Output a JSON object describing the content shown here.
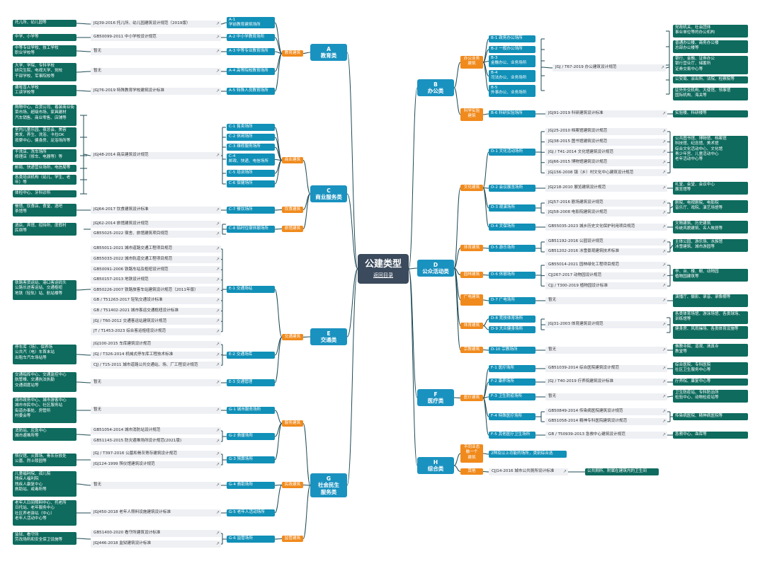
{
  "root": {
    "title": "公建类型",
    "link": "返回目录"
  },
  "colors": {
    "teal": "#0e6b5e",
    "blue": "#1190b8",
    "orange": "#f08a1c",
    "navy": "#3b4a5c",
    "line": "#1d4a55"
  },
  "mains": {
    "A": "A\n教育类",
    "B": "B\n办公类",
    "C": "C\n商业服务类",
    "D": "D\n公众活动类",
    "E": "E\n交通类",
    "F": "F\n医疗类",
    "G": "G\n社会民生\n服务类",
    "H": "H\n综合类"
  },
  "groups": {
    "A": "教育建筑",
    "B1": "办公业务\n建筑",
    "B2": "科学实验\n建筑",
    "C1": "商业建筑",
    "C2": "饮食建筑",
    "C3": "旅馆建筑",
    "D1": "文化建筑",
    "D2": "体育建筑",
    "D3": "园林建筑",
    "D4": "广电建筑",
    "D5": "体育建筑",
    "D6": "宗教建筑",
    "E": "交通建筑",
    "F": "医疗建筑",
    "G1": "服务建筑",
    "G2": "民政建筑",
    "G3": "监管建筑",
    "H1": "不同业态\n融一个\n建筑",
    "H2": "其他"
  },
  "subs": {
    "A1": "A-1\n学前教育建筑场所",
    "A2": "A-2 中小学教育场所",
    "A3": "A-3 中等专业教育场所",
    "A4": "A-4 高等院校教育场所",
    "A5": "A-5 特殊人员教育场所",
    "B1": "B-1 政务办公场所",
    "B2": "B-2 一般办公场所",
    "B3": "B-3\n金融办公、业务场所",
    "B4": "B-4\n司法办公、业务场所",
    "B5": "B-5\n外事办公、业务场所",
    "B6": "B-6 科研实验场所",
    "C1": "C-1 售卖场所",
    "C2": "C-2 休闲场所",
    "C3": "C-3 维修服务场所",
    "C4": "C-4\n邮政、快递、电信场所",
    "C5": "C-5 培训场所",
    "C6": "C-6 保健场所",
    "C7": "C-7 餐饮场所",
    "C8": "C-8 临时住宿休憩场所",
    "D1": "D-1 文化活动场所",
    "D2": "D-2 会议展览场所",
    "D3": "D-3 观演场所",
    "D4": "D-4 文保场所",
    "D5": "D-5 游乐场所",
    "D6": "D-6 休憩场所",
    "D7": "D-7 广电场所",
    "D8": "D-8 竞技体育场所",
    "D9": "D-9 大众健身场所",
    "D10": "D-10 宗教场所",
    "E1": "E-1 交通场站",
    "E2": "E-2 交通场库",
    "E3": "E-3 交通管理",
    "F1": "F-1 医疗场所",
    "F2": "F-2 康养场所",
    "F3": "F-3 卫生防疫场所",
    "F4": "F-4 特殊医疗场所",
    "F5": "F-5 其他医疗卫生场所",
    "G1": "G-1 城市服务场所",
    "G2": "G-2 救援场所",
    "G3": "G-3 殡葬场所",
    "G4": "G-4 救助场所",
    "G5": "G-5 老年人活动场所",
    "G6": "G-6 监管场所"
  },
  "standards": {
    "A1": "JGJ39-2016 托儿所、幼儿园建筑设计规范（2019版）",
    "A2": "GB50099-2011 中小学校设计规范",
    "A3": "暂无",
    "A4": "暂无",
    "A5": "JGJ76-2019 特殊教育学校建筑设计标准",
    "B1": "JGJ / T67-2019 办公建筑设计规范",
    "B6": "JGJ91-2019 科研建筑设计标准",
    "C": "JGJ48-2014 商店建筑设计规范",
    "C7": "JGJ64-2017 饮食建筑设计标准",
    "C8a": "JGJ62-2014 旅馆建筑设计规范",
    "C8b": "GB55025-2022 宿舍、旅馆建筑项目规范",
    "D1a": "JGJ25-2010 档案馆建筑设计规范",
    "D1b": "JGJ38-2015 图书馆建筑设计规范",
    "D1c": "JGJ / T41-2014 文化馆建筑设计规范",
    "D1d": "JGJ66-2015 博物馆建筑设计规范",
    "D1e": "JGJ156-2008 镇（乡）村文化中心建筑设计规范",
    "D2": "JGJ218-2010 展览建筑设计规范",
    "D3a": "JGJ57-2016 剧场建筑设计规范",
    "D3b": "JGJ58-2008 电影院建筑设计规范",
    "D4": "GB55035-2023 城乡历史文化保护利用项目规范",
    "D5a": "GB51192-2016 公园设计规范",
    "D5b": "GB51202-2016 冰雪景观建筑技术标准",
    "D6a": "GB55014-2021 园林绿化工程项目规范",
    "D6b": "CJJ267-2017 动物园设计规范",
    "D6c": "CJJ / T300-2019 植物园设计标准",
    "D7": "暂无",
    "D8": "JGJ31-2003 体育建筑设计规范",
    "D10": "暂无",
    "E1a": "GB55011-2021 城市道路交通工程项目规范",
    "E1b": "GB55033-2022 城市轨道交通工程项目规范",
    "E1c": "GB50091-2006 铁路车站及枢纽设计规范",
    "E1d": "GB50157-2013 地铁设计规范",
    "E1e": "GB50226-2007 铁路旅客车站建筑设计规范（2011年版）",
    "E1f": "GB / T51263-2017 轻轨交通设计标准",
    "E1g": "GB / T51402-2021 城市客运交通枢纽设计标准",
    "E1h": "JGJ / T60-2012 交通客运站建筑设计规范",
    "E1i": "JT / T1453-2023 综合客运枢纽设计规范",
    "E2a": "JGJ100-2015 车库建筑设计规范",
    "E2b": "JGJ / T326-2014 机械式停车库工程技术标准",
    "E2c": "CJJ / T15-2011 城市道路公共交通站、场、厂工程设计规范",
    "E3": "暂无",
    "F1": "GB51039-2014 综合医院建筑设计规范",
    "F2": "JGJ / T40-2019 疗养院建筑设计标准",
    "F3": "暂无",
    "F4a": "GB50849-2014 传染病医院建筑设计规范",
    "F4b": "GB51058-2014 精神专科医院建筑设计规范",
    "F5": "GB / T50939-2013 急救中心建筑设计规范",
    "G1": "暂无",
    "G2a": "GB51054-2014 城市消防站设计规范",
    "G2b": "GB51143-2015 防灾避难场所设计规范(2021版)",
    "G3a": "JGJ / T397-2016 公墓和骨灰寄存建筑设计规范",
    "G3b": "JGJ124-1999 殡仪馆建筑设计规范",
    "G4": "暂无",
    "G5": "JGJ450-2018 老年人照料设施建筑设计标准",
    "G6a": "GB51400-2020 看守所建筑设计标准",
    "G6b": "JGJ446-2018 监狱建筑设计标准",
    "H1": "2种及以上功能的场所，类别综合选",
    "H2": "CJJ14-2016 城市公共厕所设计标准",
    "H2n": "公共厕所、附属在建筑内的卫生间"
  },
  "leftNotes": {
    "A1": "托儿所、幼儿园等",
    "A2": "中学、小学等",
    "A3": "中等专业学校、技工学校\n职业学校等",
    "A4": "大学、学院、专科学校\n研究生院、电视大学、党校\n干部学校、军事院校等",
    "A5": "聋哑盲人学校\n工读学校等",
    "C1": "购物中心、百货公司、着装商业街\n菜市场、超级市场、家具建材\n汽车销售、商业零售、店铺等",
    "C2": "室内儿童乐园、夜总会、美容\n美发、养生、洗浴、卡拉OK\n按摩中心、健身房、足浴场所等",
    "C3": "干洗店、洗车场所\n修理店（修车、电器等）等",
    "C4": "邮局、快递营业场所、电信局等",
    "C5": "各类培训机构（幼儿、学生、老年）等",
    "C6": "体检中心、牙科诊所",
    "C7": "餐馆、饮食店、食堂、酒吧\n茶馆等",
    "C8": "酒店、宾馆、招待所、度假村\n民宿等",
    "E1": "铁路客货运站、港口客运码头\n公路长途客运站、交通枢纽\n地铁（轻轨）站、航站楼等",
    "E2": "停车库（场）、保养场\n公共汽（电）车首末站\n出租车汽车场站等",
    "E3": "交通指挥中心、交通监控中心\n航管楼、交通执法执勤\n交通调度站等",
    "G1": "城市政务中心、城市游客中心\n城市市民中心、社区服务站\n街道办事处、房管所\n村委会等",
    "G2": "消防站、应急中心\n城市避难所等",
    "G3": "殡仪馆、火葬场、骨灰存放处\n公墓、烈士陵园等",
    "G4": "儿童福利院、孤儿院\n残疾人福利院\n残疾人康复中心\n救助站、戒毒所等",
    "G5": "老年人日间照料中心、托老所\n日托站、老年服务中心\n社区养老驿站（中心）\n老年人活动中心等",
    "G6": "监狱、看守所\n劳改场所和安全保卫设施等"
  },
  "rightNotes": {
    "B1": "党政机关、社会团体\n事业单位等的办公机构",
    "B2": "普通办公楼、商务办公楼\n总部办公楼等",
    "B3": "银行、金融、证券办公\n银行营业厅、储蓄所\n证券交易中心等",
    "B4": "公安局、派出所、法院、检察院等",
    "B5": "驻外外交机构、大使馆、领事馆\n国际机构、海关等",
    "B6": "实验楼、科研楼等",
    "D1": "公共图书馆、博物馆、档案馆\n科技馆、纪念馆、美术馆\n综合文化活动中心、文化馆\n青少年宫、儿童活动中心\n老年活动中心等",
    "D2": "礼堂、会堂、会议中心\n展览馆等",
    "D3": "剧院、电视剧院、电影院\n音乐厅、戏院、演艺场馆等",
    "D4": "文物建筑、历史建筑\n传统风貌建筑、名人故居等",
    "D5": "主体公园、游乐场、水族馆\n冰雪建筑、城市游园等",
    "D6": "亭、台、楼、榭、动物园\n植物园建筑等",
    "D7": "演播厅、摄影、录音、录像棚等",
    "D8": "各类体育场馆、游泳场馆、各类球场、训练馆等",
    "D9": "健身房、风雨操场、各类体育设施等",
    "D10": "佛教寺院、道观、清真寺\n教堂等",
    "F1": "综合医院、专科医院\n社区卫生服务中心等",
    "F2": "疗养院、康复中心等",
    "F3": "卫生防疫站、专科防治所\n检验中心、动物检疫站等",
    "F4": "传染病医院、精神病医院等",
    "F5": "急救中心、血库等"
  }
}
